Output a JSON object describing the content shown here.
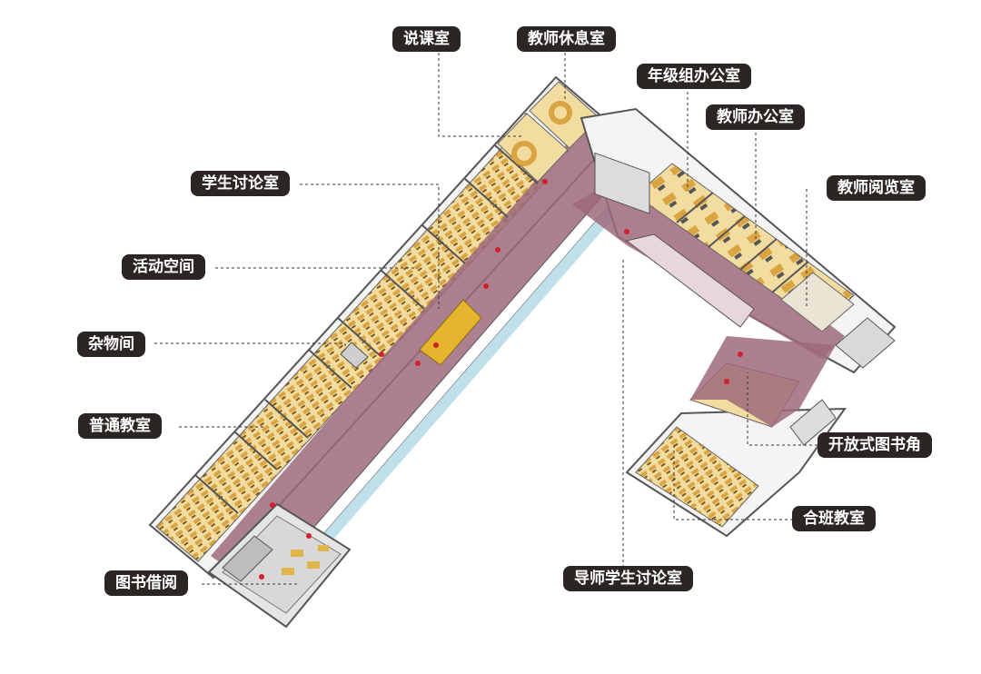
{
  "labels": {
    "lecture_room": "说课室",
    "teacher_lounge": "教师休息室",
    "grade_office": "年级组办公室",
    "teacher_office": "教师办公室",
    "teacher_reading": "教师阅览室",
    "student_discussion": "学生讨论室",
    "activity_space": "活动空间",
    "storage": "杂物间",
    "classroom": "普通教室",
    "open_library": "开放式图书角",
    "combined_classroom": "合班教室",
    "mentor_discussion": "导师学生讨论室",
    "library_borrow": "图书借阅"
  },
  "colors": {
    "corridor": "#9e6a7c",
    "floor_wood": "#f3dc9f",
    "furniture": "#d9a441",
    "wall": "#f7f7f7",
    "wall_edge": "#555555",
    "glass": "#bfe0ea",
    "label_bg": "#2b2523",
    "person": "#d21f2b"
  }
}
